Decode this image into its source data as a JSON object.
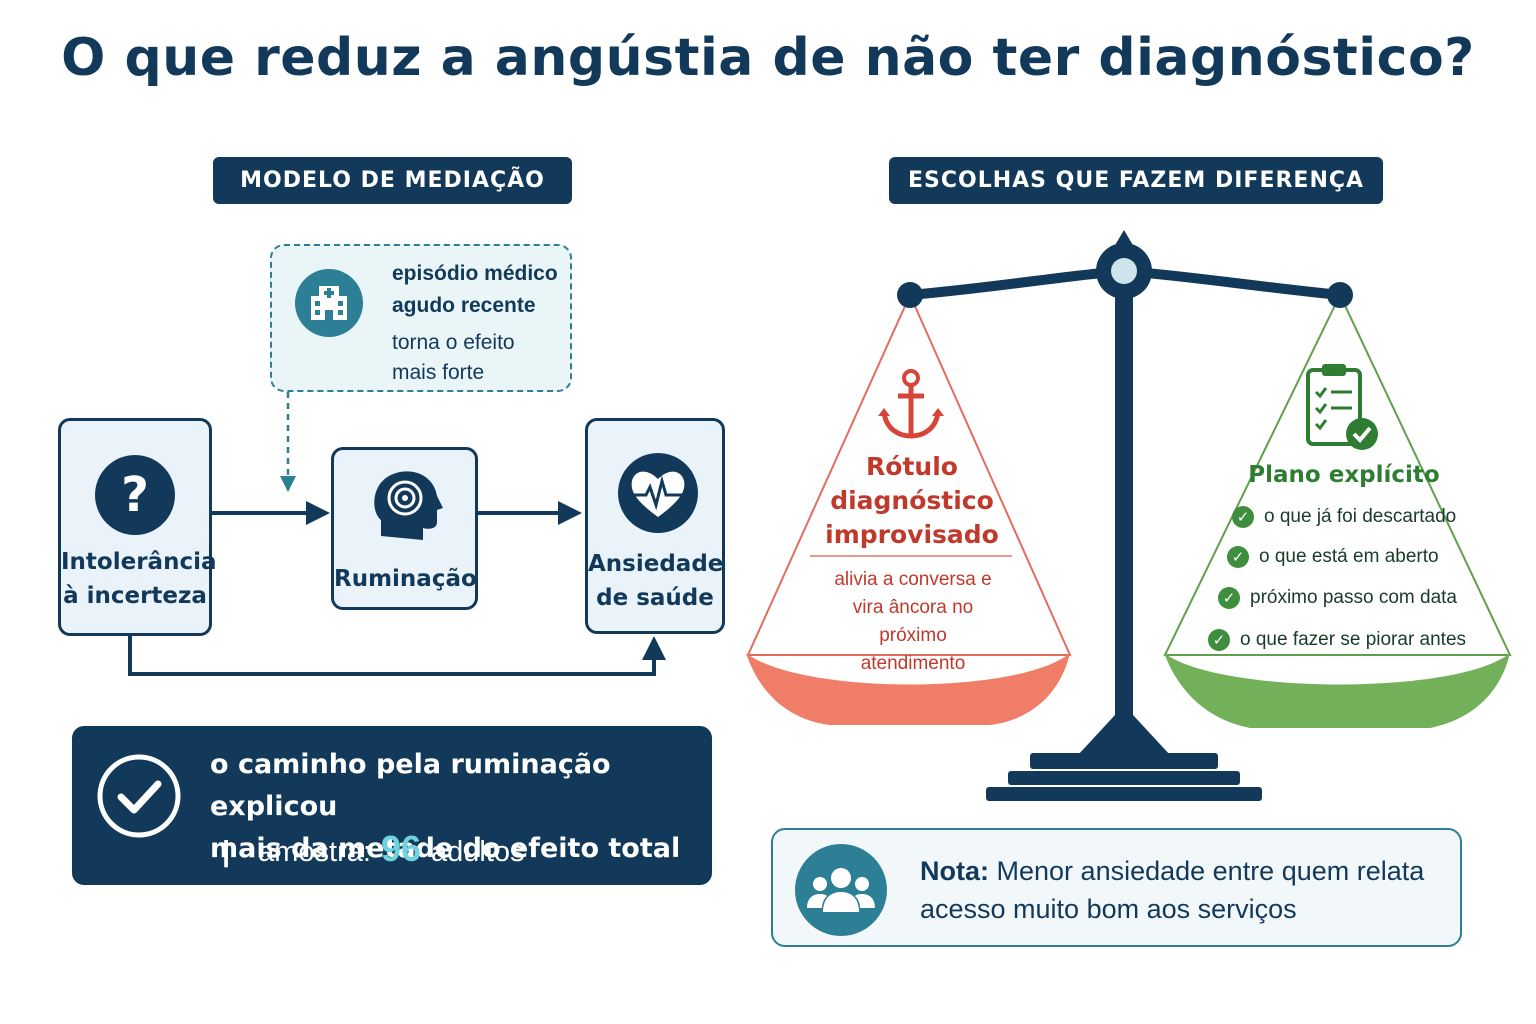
{
  "title": "O que reduz a angústia de não ter diagnóstico?",
  "colors": {
    "navy": "#12395a",
    "teal": "#2c7f95",
    "red": "#d7443a",
    "green": "#3e8e3e"
  },
  "left_panel": {
    "header": "MODELO DE MEDIAÇÃO",
    "moderator": {
      "icon": "hospital-icon",
      "strong": "episódio médico\nagudo recente",
      "weak": "torna o efeito\nmais forte"
    },
    "nodes": [
      {
        "icon": "question-icon",
        "label": "Intolerância\nà incerteza"
      },
      {
        "icon": "head-rumination-icon",
        "label": "Ruminação"
      },
      {
        "icon": "heart-pulse-icon",
        "label": "Ansiedade\nde saúde"
      }
    ],
    "result": {
      "icon": "check-circle-icon",
      "text": "o caminho pela ruminação explicou\nmais da metade do efeito total",
      "separator": "|",
      "sample_label": "amostra:",
      "sample_value": "96",
      "sample_unit": "adultos"
    }
  },
  "right_panel": {
    "header": "ESCOLHAS QUE FAZEM DIFERENÇA",
    "left_pan": {
      "icon": "anchor-icon",
      "title": "Rótulo\ndiagnóstico\nimprovisado",
      "text": "alivia a conversa e\nvira âncora no\npróximo\natendimento"
    },
    "right_pan": {
      "icon": "clipboard-check-icon",
      "title": "Plano explícito",
      "items": [
        "o que já foi descartado",
        "o que está em aberto",
        "próximo passo com data",
        "o que fazer se piorar antes"
      ]
    },
    "note": {
      "icon": "people-icon",
      "label": "Nota:",
      "text": "Menor ansiedade entre quem relata",
      "text2": "acesso muito bom aos serviços"
    }
  }
}
